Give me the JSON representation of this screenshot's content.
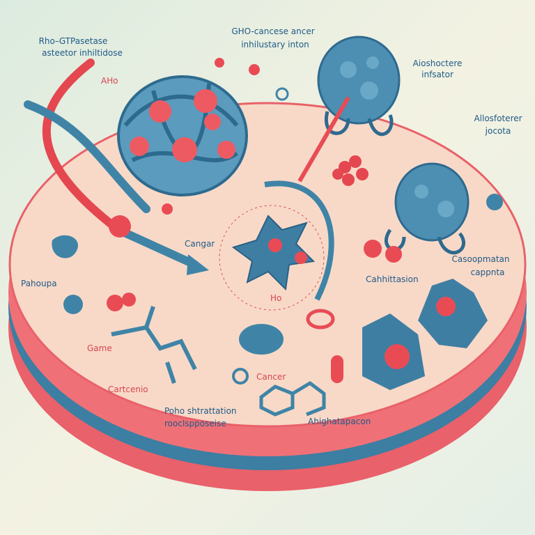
{
  "labels": {
    "rho_line1": "Rho–GTPasetase",
    "rho_line2": "asteetor inhiltidose",
    "aho": "AHo",
    "gho_line1": "GHO-cancese ancer",
    "gho_line2": "inhilustary inton",
    "aio_line1": "Aioshoctere",
    "aio_line2": "infsator",
    "allo_line1": "Allosfoterer",
    "allo_line2": "jocota",
    "cangar": "Cangar",
    "caso_line1": "Casoopmatan",
    "caso_line2": "cappnta",
    "cahhit": "Cahhittasion",
    "ho": "Ho",
    "pahoupa": "Pahoupa",
    "game": "Game",
    "cartcenio": "Cartcenio",
    "cancer": "Cancer",
    "poho_line1": "Poho shtrattation",
    "poho_line2": "rooclspposeise",
    "ahig": "Ahighatapacon"
  },
  "colors": {
    "blue": "#3f84a6",
    "red": "#e94b55",
    "disk_top": "#f8d9c8",
    "label_blue": "#1f5a86"
  }
}
